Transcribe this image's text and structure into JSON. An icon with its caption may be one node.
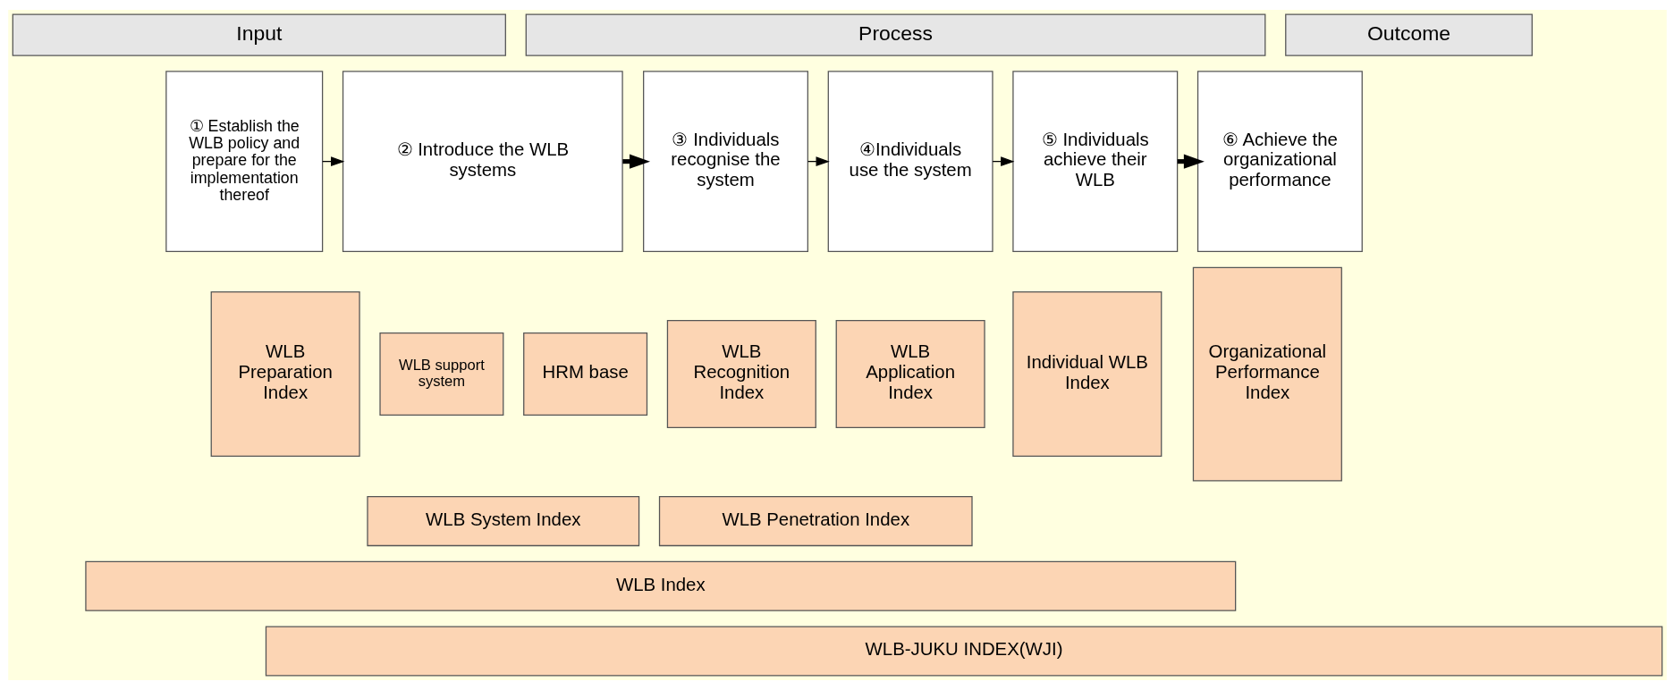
{
  "diagram": {
    "nodes": [
      {
        "text": [
          "Input"
        ]
      },
      {
        "text": [
          "Process"
        ]
      },
      {
        "text": [
          "Outcome"
        ]
      },
      {
        "text": [
          "① Establish the WLB policy and prepare for the implementation thereof"
        ]
      },
      {
        "text": [
          "② Introduce the WLB systems"
        ]
      },
      {
        "text": [
          "③ Individuals recognise the system"
        ]
      },
      {
        "text": [
          "④Individuals use the system"
        ]
      },
      {
        "text": [
          "⑤ Individuals achieve their WLB"
        ]
      },
      {
        "text": [
          "⑥ Achieve the organizational performance"
        ]
      },
      {
        "text": [
          "WLB Preparation Index"
        ]
      },
      {
        "text": [
          "WLB support system"
        ]
      },
      {
        "text": [
          "HRM base"
        ]
      },
      {
        "text": [
          "WLB System Index"
        ]
      },
      {
        "text": [
          "WLB Recognition Index"
        ]
      },
      {
        "text": [
          "WLB Application Index"
        ]
      },
      {
        "text": [
          "WLB Penetration Index"
        ]
      },
      {
        "text": [
          "Individual WLB Index"
        ]
      },
      {
        "text": [
          "Organizational Performance Index"
        ]
      },
      {
        "text": [
          "WLB Index"
        ]
      },
      {
        "text": [
          "WLB-JUKU INDEX(WJI)"
        ]
      }
    ],
    "edges": [
      {
        "from": 3,
        "to": 4,
        "arrow": "to"
      },
      {
        "from": 4,
        "to": 5,
        "arrow": "to",
        "style": "thick"
      },
      {
        "from": 5,
        "to": 6,
        "arrow": "to"
      },
      {
        "from": 6,
        "to": 7,
        "arrow": "to"
      },
      {
        "from": 7,
        "to": 8,
        "arrow": "to",
        "style": "thick"
      }
    ]
  }
}
